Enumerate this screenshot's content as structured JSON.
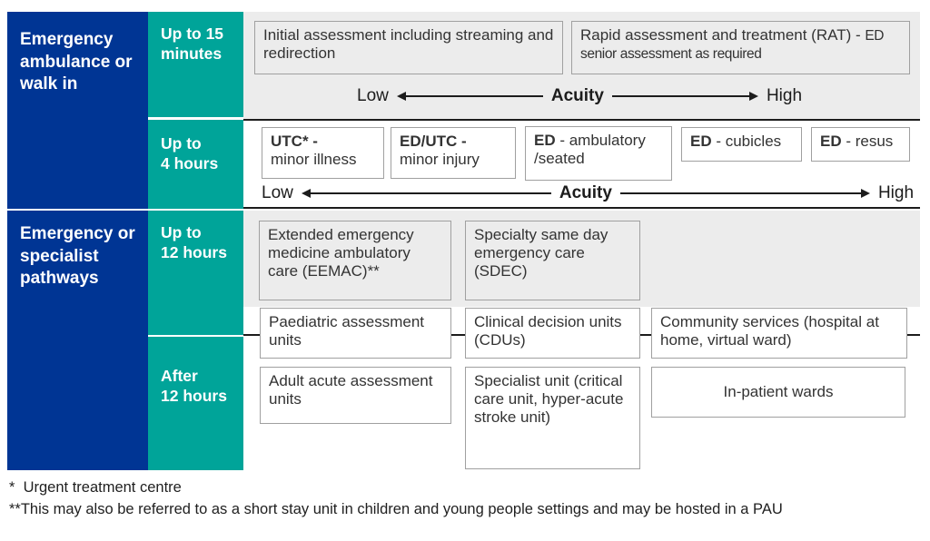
{
  "palette": {
    "blue": "#003594",
    "teal": "#00a499",
    "band_gray": "#ececec",
    "box_border": "#a0a0a0",
    "line_dark": "#1c1c1c",
    "text_dark": "#333333"
  },
  "sections": {
    "a": {
      "label": "Emergency ambulance or walk in"
    },
    "b": {
      "label": "Emergency or specialist pathways"
    }
  },
  "time_cells": {
    "a1": {
      "line1": "Up to 15",
      "line2": "minutes"
    },
    "a2": {
      "line1": "Up to",
      "line2": "4 hours"
    },
    "b1": {
      "line1": "Up to",
      "line2": "12 hours"
    },
    "b2": {
      "line1": "After",
      "line2": "12 hours"
    }
  },
  "acuity": {
    "low": "Low",
    "label": "Acuity",
    "high": "High"
  },
  "row1": {
    "box1": "Initial assessment including streaming and redirection",
    "box2_main": "Rapid assessment and treatment (RAT) - ",
    "box2_sub": "ED senior assessment as required"
  },
  "row2": {
    "box1": {
      "l1": "UTC* -",
      "l2": "minor illness"
    },
    "box2": {
      "l1": "ED/UTC -",
      "l2": "minor injury"
    },
    "box3": {
      "b": "ED",
      "r": " - ambulatory /seated"
    },
    "box4": {
      "b": "ED",
      "r": " - cubicles"
    },
    "box5": {
      "b": "ED",
      "r": " - resus"
    }
  },
  "row3": {
    "box1": "Extended emergency medicine ambulatory care (EEMAC)**",
    "box2": "Specialty same day emergency care (SDEC)"
  },
  "row4": {
    "box1": "Paediatric assessment units",
    "box2": "Clinical decision units (CDUs)",
    "box3": "Community services (hospital at home, virtual ward)"
  },
  "row5": {
    "box1": "Adult acute assessment units",
    "box2": "Specialist unit (critical care unit, hyper-acute stroke unit)",
    "box3": "In-patient wards"
  },
  "footnotes": {
    "line1": "*  Urgent treatment centre",
    "line2": "**This may also be referred to as a short stay unit in children and young people settings and may be hosted in a PAU"
  }
}
